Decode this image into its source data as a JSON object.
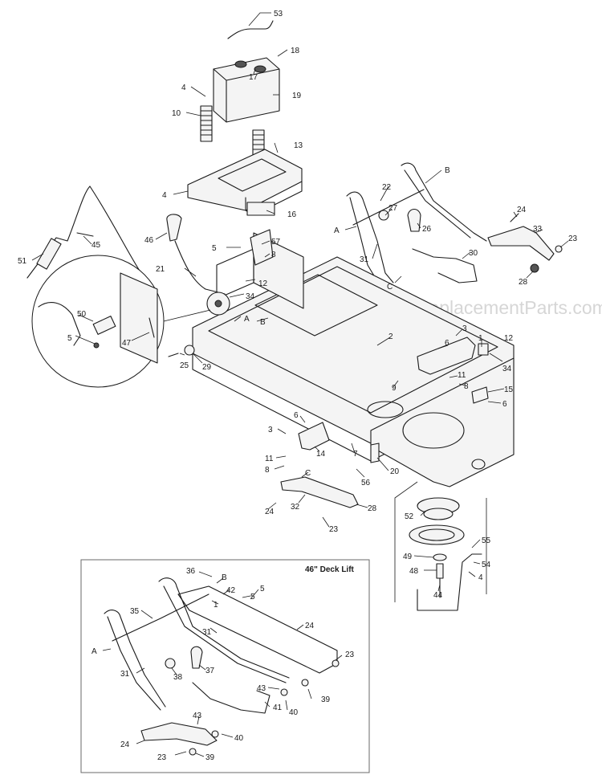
{
  "watermark": "eReplacementParts.com",
  "inset": {
    "title": "46\" Deck Lift"
  },
  "callouts": [
    {
      "id": "c53",
      "label": "53"
    },
    {
      "id": "c18",
      "label": "18"
    },
    {
      "id": "c17",
      "label": "17"
    },
    {
      "id": "c19",
      "label": "19"
    },
    {
      "id": "c4a",
      "label": "4"
    },
    {
      "id": "c10",
      "label": "10"
    },
    {
      "id": "c13",
      "label": "13"
    },
    {
      "id": "c4b",
      "label": "4"
    },
    {
      "id": "c16",
      "label": "16"
    },
    {
      "id": "c8a",
      "label": "B"
    },
    {
      "id": "c22",
      "label": "22"
    },
    {
      "id": "c27",
      "label": "27"
    },
    {
      "id": "cA1",
      "label": "A"
    },
    {
      "id": "c26",
      "label": "26"
    },
    {
      "id": "c24a",
      "label": "24"
    },
    {
      "id": "c33",
      "label": "33"
    },
    {
      "id": "c23a",
      "label": "23"
    },
    {
      "id": "c31a",
      "label": "31"
    },
    {
      "id": "c30",
      "label": "30"
    },
    {
      "id": "cC1",
      "label": "C"
    },
    {
      "id": "c28a",
      "label": "28"
    },
    {
      "id": "c45",
      "label": "45"
    },
    {
      "id": "c51",
      "label": "51"
    },
    {
      "id": "c46",
      "label": "46"
    },
    {
      "id": "c5a",
      "label": "5"
    },
    {
      "id": "c57",
      "label": "57"
    },
    {
      "id": "c8b",
      "label": "8"
    },
    {
      "id": "c21",
      "label": "21"
    },
    {
      "id": "c12a",
      "label": "12"
    },
    {
      "id": "c34a",
      "label": "34"
    },
    {
      "id": "cB2",
      "label": "B"
    },
    {
      "id": "cA2",
      "label": "A"
    },
    {
      "id": "c50",
      "label": "50"
    },
    {
      "id": "c47",
      "label": "47"
    },
    {
      "id": "c5b",
      "label": "5"
    },
    {
      "id": "c25",
      "label": "25"
    },
    {
      "id": "c29",
      "label": "29"
    },
    {
      "id": "c2",
      "label": "2"
    },
    {
      "id": "c3a",
      "label": "3"
    },
    {
      "id": "c6a",
      "label": "6"
    },
    {
      "id": "c1a",
      "label": "1"
    },
    {
      "id": "c12b",
      "label": "12"
    },
    {
      "id": "c34b",
      "label": "34"
    },
    {
      "id": "c11a",
      "label": "11"
    },
    {
      "id": "c9",
      "label": "9"
    },
    {
      "id": "c8c",
      "label": "8"
    },
    {
      "id": "c15",
      "label": "15"
    },
    {
      "id": "c6b",
      "label": "6"
    },
    {
      "id": "c3b",
      "label": "3"
    },
    {
      "id": "c6c",
      "label": "6"
    },
    {
      "id": "c14",
      "label": "14"
    },
    {
      "id": "c11b",
      "label": "11"
    },
    {
      "id": "c8d",
      "label": "8"
    },
    {
      "id": "c7",
      "label": "7"
    },
    {
      "id": "c20",
      "label": "20"
    },
    {
      "id": "c56",
      "label": "56"
    },
    {
      "id": "cC2",
      "label": "C"
    },
    {
      "id": "c24b",
      "label": "24"
    },
    {
      "id": "c32",
      "label": "32"
    },
    {
      "id": "c28b",
      "label": "28"
    },
    {
      "id": "c23b",
      "label": "23"
    },
    {
      "id": "c52",
      "label": "52"
    },
    {
      "id": "c55",
      "label": "55"
    },
    {
      "id": "c49",
      "label": "49"
    },
    {
      "id": "c54",
      "label": "54"
    },
    {
      "id": "c48",
      "label": "48"
    },
    {
      "id": "c4c",
      "label": "4"
    },
    {
      "id": "c44",
      "label": "44"
    },
    {
      "id": "c36",
      "label": "36"
    },
    {
      "id": "cB3",
      "label": "B"
    },
    {
      "id": "c42",
      "label": "42"
    },
    {
      "id": "c5c",
      "label": "5"
    },
    {
      "id": "c5d",
      "label": "5"
    },
    {
      "id": "c1b",
      "label": "1"
    },
    {
      "id": "c35",
      "label": "35"
    },
    {
      "id": "c31b",
      "label": "31"
    },
    {
      "id": "c24c",
      "label": "24"
    },
    {
      "id": "cA3",
      "label": "A"
    },
    {
      "id": "c23c",
      "label": "23"
    },
    {
      "id": "c31c",
      "label": "31"
    },
    {
      "id": "c38",
      "label": "38"
    },
    {
      "id": "c37",
      "label": "37"
    },
    {
      "id": "c39a",
      "label": "39"
    },
    {
      "id": "c43a",
      "label": "43"
    },
    {
      "id": "c40a",
      "label": "40"
    },
    {
      "id": "c41",
      "label": "41"
    },
    {
      "id": "c43b",
      "label": "43"
    },
    {
      "id": "c24d",
      "label": "24"
    },
    {
      "id": "c40b",
      "label": "40"
    },
    {
      "id": "c23d",
      "label": "23"
    },
    {
      "id": "c39b",
      "label": "39"
    }
  ]
}
